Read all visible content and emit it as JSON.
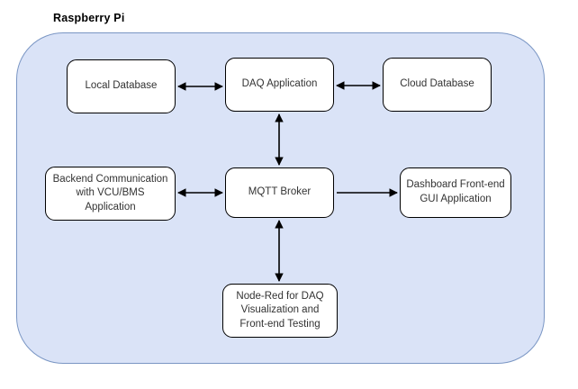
{
  "diagram": {
    "title": "Raspberry Pi",
    "container_fill": "#dae3f7",
    "container_stroke": "#7a96c4",
    "node_fill": "#ffffff",
    "node_stroke": "#000000",
    "arrow_color": "#000000",
    "nodes": [
      {
        "id": "local-database",
        "label": "Local Database"
      },
      {
        "id": "daq-application",
        "label": "DAQ Application"
      },
      {
        "id": "cloud-database",
        "label": "Cloud Database"
      },
      {
        "id": "backend-comm",
        "label": "Backend Communication\nwith VCU/BMS\nApplication"
      },
      {
        "id": "mqtt-broker",
        "label": "MQTT Broker"
      },
      {
        "id": "dashboard",
        "label": "Dashboard Front-end\nGUI Application"
      },
      {
        "id": "node-red",
        "label": "Node-Red for DAQ\nVisualization and\nFront-end Testing"
      }
    ],
    "connections": [
      {
        "id": "local-database--daq-application",
        "from": "local-database",
        "to": "daq-application",
        "direction": "bidirectional"
      },
      {
        "id": "daq-application--cloud-database",
        "from": "daq-application",
        "to": "cloud-database",
        "direction": "bidirectional"
      },
      {
        "id": "daq-application--mqtt-broker",
        "from": "daq-application",
        "to": "mqtt-broker",
        "direction": "bidirectional"
      },
      {
        "id": "backend-comm--mqtt-broker",
        "from": "backend-comm",
        "to": "mqtt-broker",
        "direction": "bidirectional"
      },
      {
        "id": "mqtt-broker--dashboard",
        "from": "mqtt-broker",
        "to": "dashboard",
        "direction": "unidirectional"
      },
      {
        "id": "mqtt-broker--node-red",
        "from": "mqtt-broker",
        "to": "node-red",
        "direction": "bidirectional"
      }
    ]
  }
}
